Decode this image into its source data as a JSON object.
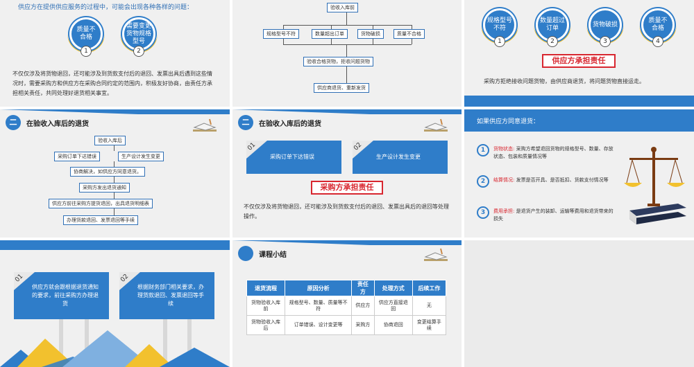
{
  "p1": {
    "intro": "供应方在提供供应服务的过程中，可能会出现各种各样的问题：",
    "circles": [
      {
        "label": "质量不合格",
        "num": "1"
      },
      {
        "label": "需要变更货物规格型号",
        "num": "2"
      }
    ],
    "body": "不仅仅涉及将货物退回，还可能涉及到货款支付后的退回、发票出具后遇到这些情况时，需要采购方和供应方在采购合同约定的范围内，积极友好协商，由责任方承担相关责任，共同处理好退货相关事宜。"
  },
  "p2": {
    "top": "验收入库前",
    "branches": [
      "规格型号不符",
      "数量超出订单",
      "货物破损",
      "质量不合格"
    ],
    "mid": "验收合格货物，拒收问题货物",
    "bottom": "供应商退货、重新发货"
  },
  "p3": {
    "circles": [
      {
        "label": "规格型号不符",
        "num": "1"
      },
      {
        "label": "数量超过订单",
        "num": "2"
      },
      {
        "label": "货物破损",
        "num": "3"
      },
      {
        "label": "质量不合格",
        "num": "4"
      }
    ],
    "red": "供应方承担责任",
    "body": "采购方拒绝接收问题货物，由供应商退货，将问题货物直接运走。"
  },
  "p4": {
    "sec_num": "二",
    "title": "在验收入库后的退货",
    "flow": {
      "top": "验收入库后",
      "left": "采购订单下达错误",
      "right": "生产设计发生变更",
      "s1": "协商解决，如供应方同意退货。",
      "s2": "采购方发出退货通知",
      "s3": "供应方前往采购方提货退回，出具退货明细表",
      "s4": "办理货款退回、发票退回等手续"
    }
  },
  "p5": {
    "sec_num": "二",
    "title": "在验收入库后的退货",
    "cards": [
      {
        "num": "01",
        "label": "采购订单下达错误"
      },
      {
        "num": "02",
        "label": "生产设计发生变更"
      }
    ],
    "red": "采购方承担责任",
    "body": "不仅仅涉及将货物退回，还可能涉及到货款支付后的退回、发票出具后的退回等处理操作。"
  },
  "p6": {
    "heading": "如果供应方同意退货：",
    "items": [
      {
        "num": "1",
        "key": "货物状态:",
        "text": "采购方希望退回货物的规格型号、数量、存放状态、包装和质量情况等"
      },
      {
        "num": "2",
        "key": "结算情况:",
        "text": "发票是否开具、是否抵扣、货款支付情况等"
      },
      {
        "num": "3",
        "key": "费用承担:",
        "text": "是退货产生的装卸、运输等费用和退货带来的损失"
      }
    ]
  },
  "p7": {
    "cards": [
      {
        "num": "01",
        "label": "供应方就会跟根据退货通知的要求，前往采购方办理退货"
      },
      {
        "num": "02",
        "label": "根据财务部门相关要求，办理货款退回、发票退回等手续"
      }
    ]
  },
  "p8": {
    "title": "课程小结",
    "headers": [
      "退货流程",
      "原因分析",
      "责任方",
      "处理方式",
      "后续工作"
    ],
    "rows": [
      [
        "货物验收入库前",
        "规格型号、数量、质量等不符",
        "供应方",
        "供应方直接退回",
        "无"
      ],
      [
        "货物验收入库后",
        "订单错误、设计变更等",
        "采购方",
        "协商退回",
        "变更结算手续"
      ]
    ]
  },
  "colors": {
    "accent": "#2f7dc9",
    "red": "#d8262f",
    "gold": "#f2c12e"
  }
}
